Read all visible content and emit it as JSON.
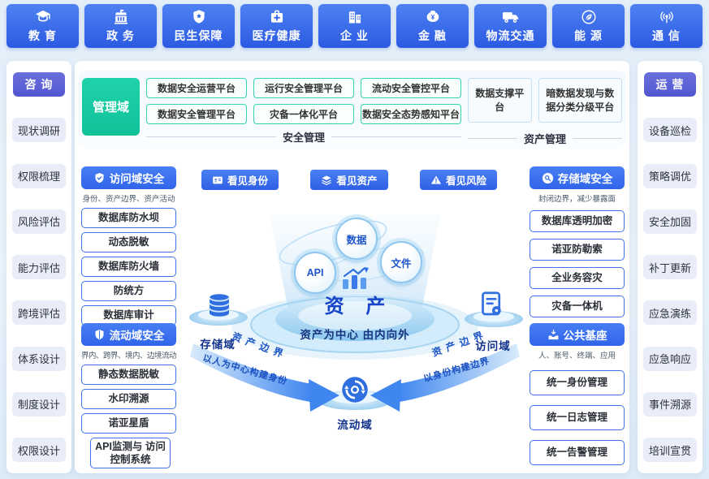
{
  "tabs": [
    {
      "label": "教 育",
      "icon": "education-icon"
    },
    {
      "label": "政 务",
      "icon": "government-icon"
    },
    {
      "label": "民生保障",
      "icon": "welfare-shield-icon"
    },
    {
      "label": "医疗健康",
      "icon": "healthcare-icon"
    },
    {
      "label": "企 业",
      "icon": "enterprise-icon"
    },
    {
      "label": "金 融",
      "icon": "finance-icon"
    },
    {
      "label": "物流交通",
      "icon": "logistics-icon"
    },
    {
      "label": "能 源",
      "icon": "energy-icon"
    },
    {
      "label": "通 信",
      "icon": "telecom-icon"
    }
  ],
  "sidebar_left": {
    "header": "咨 询",
    "items": [
      "现状调研",
      "权限梳理",
      "风险评估",
      "能力评估",
      "跨境评估",
      "体系设计",
      "制度设计",
      "权限设计"
    ]
  },
  "sidebar_right": {
    "header": "运 营",
    "items": [
      "设备巡检",
      "策略调优",
      "安全加固",
      "补丁更新",
      "应急演练",
      "应急响应",
      "事件溯源",
      "培训宣贯"
    ]
  },
  "management": {
    "domain_label": "管理域",
    "security_platforms": [
      "数据安全运营平台",
      "运行安全管理平台",
      "流动安全管控平台",
      "数据安全管理平台",
      "灾备一体化平台",
      "数据安全态势感知平台"
    ],
    "asset_platforms": [
      "数据支撑平台",
      "暗数据发现与数据分类分级平台"
    ],
    "security_group_label": "安全管理",
    "asset_group_label": "资产管理"
  },
  "sections": {
    "access": {
      "title": "访问域安全",
      "subtitle": "身份、资产边界、资产活动",
      "items": [
        "数据库防水坝",
        "动态脱敏",
        "数据库防火墙",
        "防统方",
        "数据库审计"
      ]
    },
    "flow": {
      "title": "流动域安全",
      "subtitle": "界内、跨界、境内、边境流动",
      "items": [
        "静态数据脱敏",
        "水印溯源",
        "诺亚星盾",
        "API监测与 访问控制系统"
      ]
    },
    "storage": {
      "title": "存储域安全",
      "subtitle": "封闭边界，减少暴露面",
      "items": [
        "数据库透明加密",
        "诺亚防勒索",
        "全业务容灾",
        "灾备一体机"
      ]
    },
    "base": {
      "title": "公共基座",
      "subtitle": "人、账号、终端、应用",
      "items": [
        "统一身份管理",
        "统一日志管理",
        "统一告警管理"
      ]
    }
  },
  "view_buttons": [
    {
      "label": "看见身份",
      "icon": "id-card-icon"
    },
    {
      "label": "看见资产",
      "icon": "layers-icon"
    },
    {
      "label": "看见风险",
      "icon": "warning-icon"
    }
  ],
  "center": {
    "bubbles": [
      "数据",
      "文件",
      "API"
    ],
    "core_label": "资 产",
    "tagline": "资产为中心  由内向外",
    "pedestals": {
      "left": "存储域",
      "right": "访问域",
      "bottom": "流动域"
    },
    "arc_left": "资产边界",
    "arc_right": "资产边界",
    "arrow_left": "以人为中心构建身份",
    "arrow_right": "以身份构建边界"
  },
  "colors": {
    "tab_blue": "#2d5ce4",
    "accent_blue": "#3c73ee",
    "teal": "#15cba4",
    "purple": "#5b60d4",
    "navy_text": "#10328c"
  }
}
